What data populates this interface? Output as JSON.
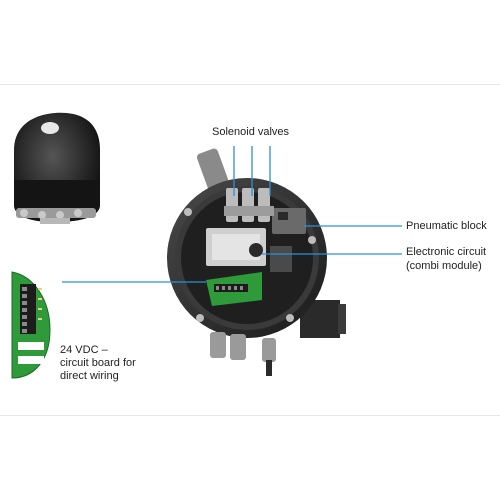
{
  "callouts": {
    "solenoid_valves": "Solenoid valves",
    "pneumatic_block": "Pneumatic block",
    "electronic_circuit_line1": "Electronic circuit",
    "electronic_circuit_line2": "(combi module)",
    "circuit_board_line1": "24 VDC –",
    "circuit_board_line2": "circuit board for",
    "circuit_board_line3": "direct wiring"
  },
  "colors": {
    "callout_line": "#2f8fd6",
    "housing": "#2a2a2a",
    "pcb_green": "#2e9a3a",
    "text": "#222222"
  }
}
